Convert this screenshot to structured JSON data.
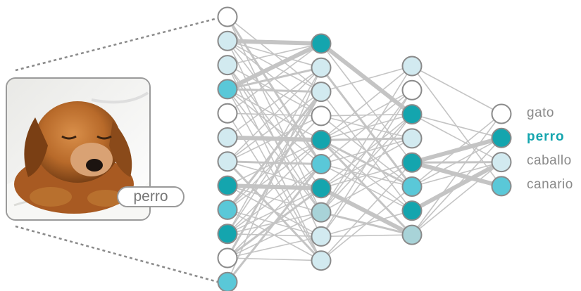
{
  "photo": {
    "label": "perro"
  },
  "outputs": [
    {
      "label": "gato",
      "active": false
    },
    {
      "label": "perro",
      "active": true
    },
    {
      "label": "caballo",
      "active": false
    },
    {
      "label": "canario",
      "active": false
    }
  ],
  "colors": {
    "edge": "#c4c4c4",
    "node_stroke": "#8a8a8a",
    "white": "#ffffff",
    "light": "#d2eaf0",
    "medium": "#5ac8d8",
    "dark": "#14a5ae",
    "grey": "#a8d3d8",
    "active_label": "#14a5ae"
  },
  "layers": [
    [
      "white",
      "light",
      "light",
      "medium",
      "white",
      "light",
      "light",
      "dark",
      "medium",
      "dark",
      "white",
      "medium"
    ],
    [
      "dark",
      "light",
      "light",
      "white",
      "dark",
      "medium",
      "dark",
      "grey",
      "light",
      "light"
    ],
    [
      "light",
      "white",
      "dark",
      "light",
      "dark",
      "medium",
      "dark",
      "grey"
    ],
    [
      "white",
      "dark",
      "light",
      "medium"
    ]
  ]
}
